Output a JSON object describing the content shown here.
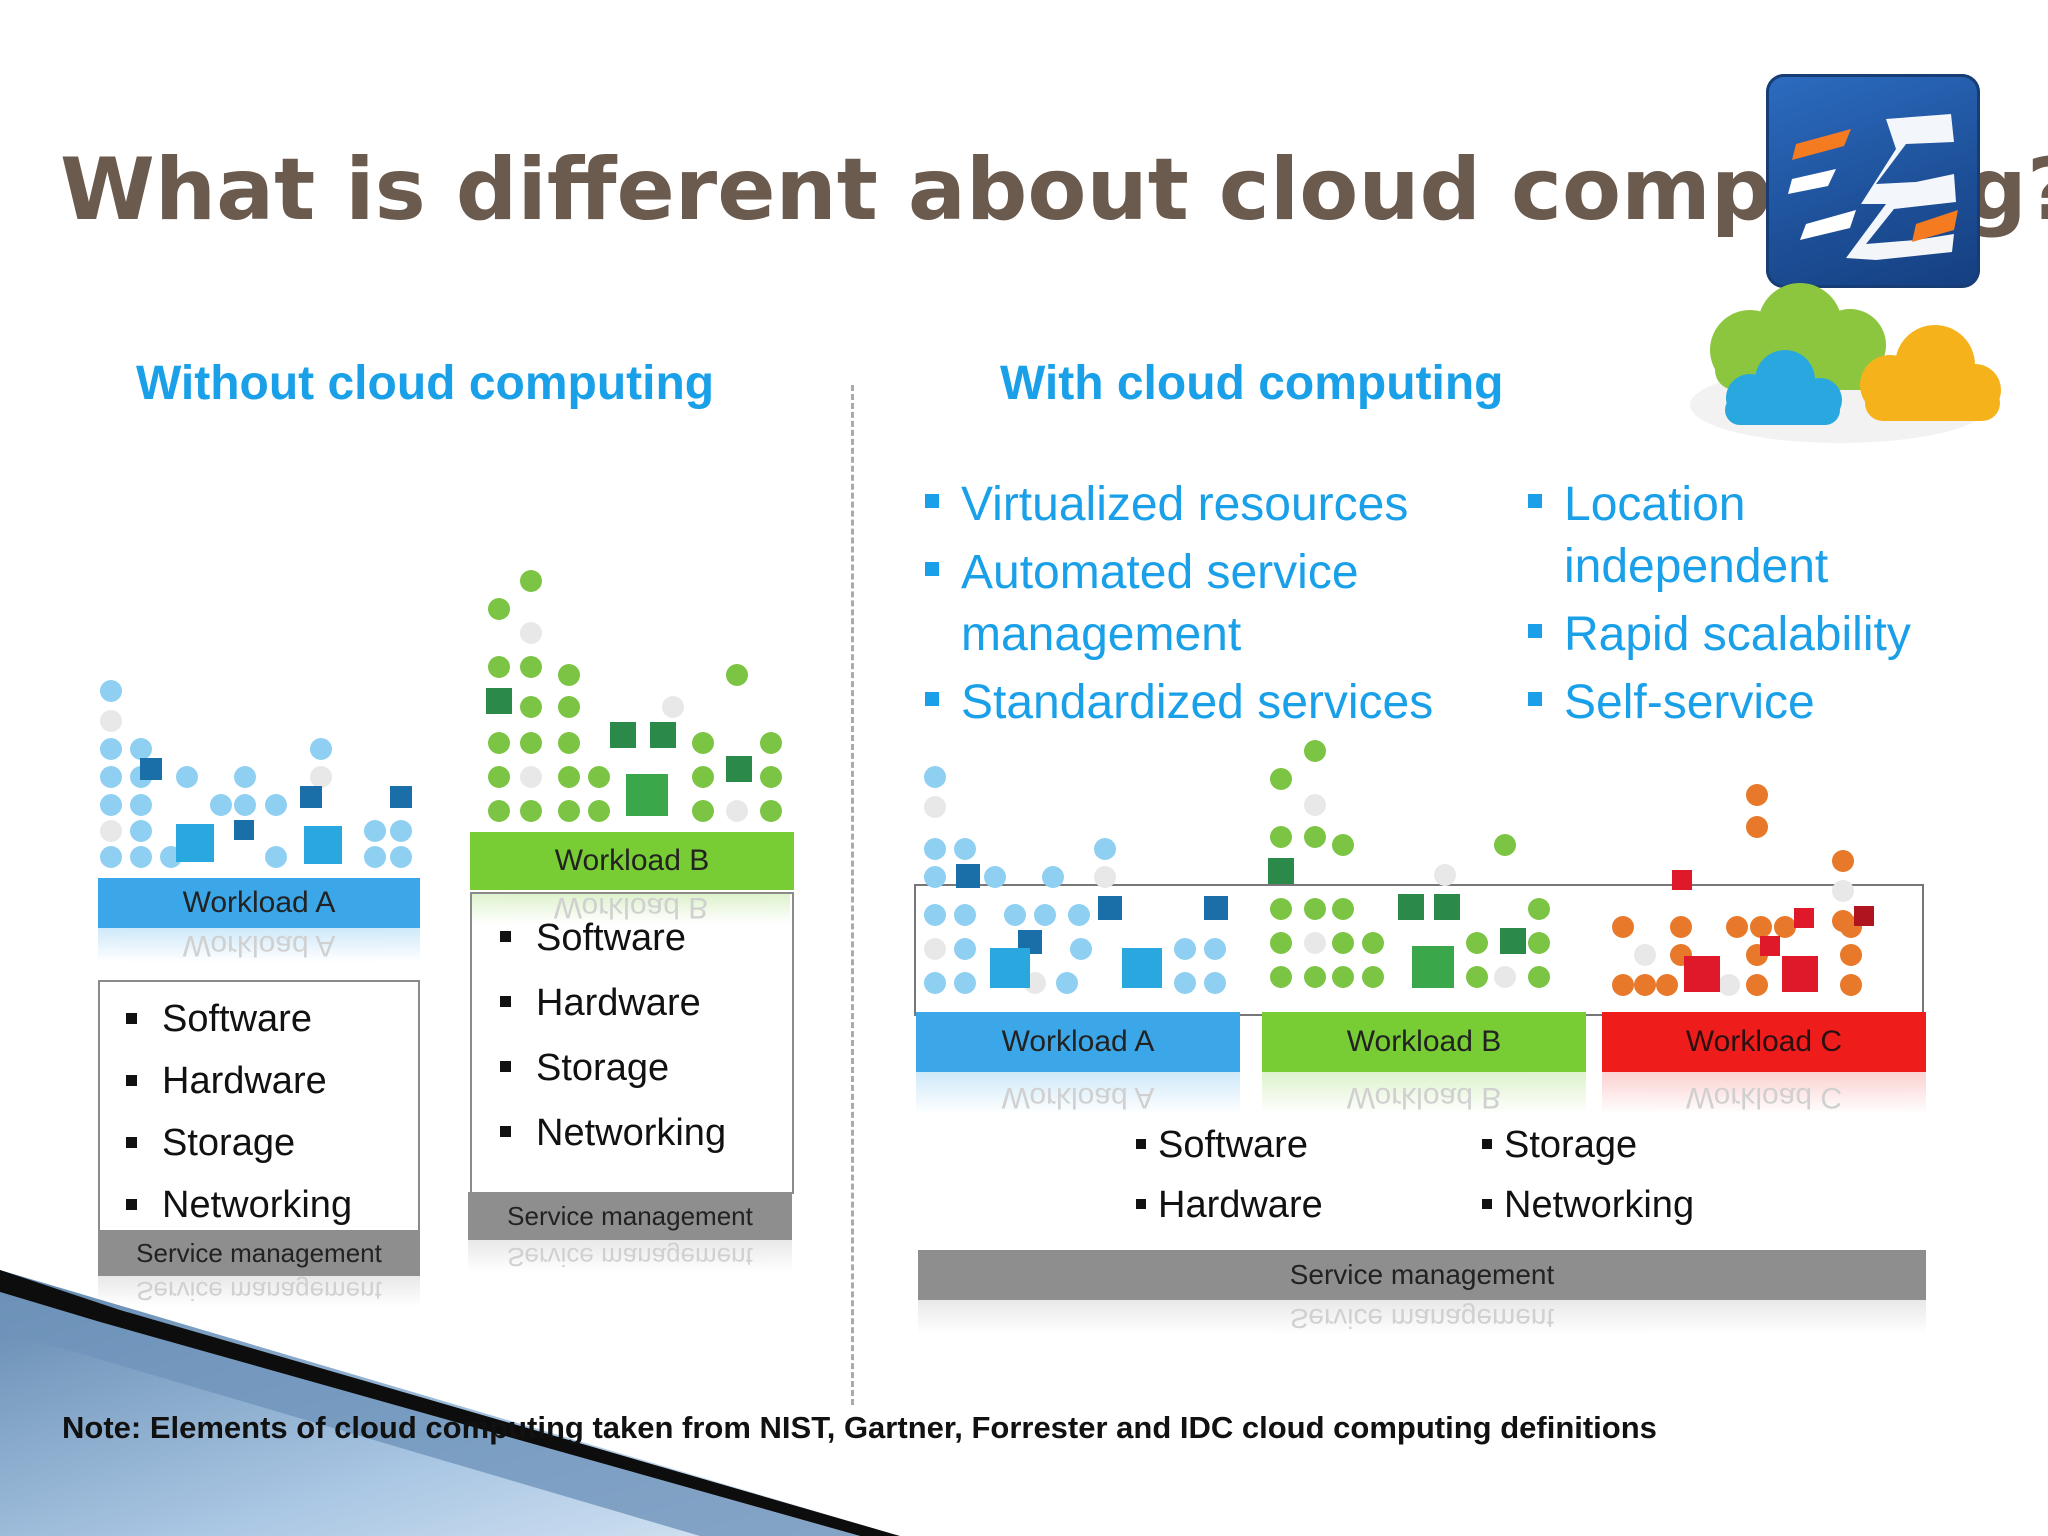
{
  "slide": {
    "title": "What is different about cloud computing?",
    "logo_name": "company-logo-icon",
    "without": {
      "heading": "Without cloud computing",
      "workload_a": {
        "label": "Workload A",
        "items": [
          "Software",
          "Hardware",
          "Storage",
          "Networking"
        ],
        "service": "Service management"
      },
      "workload_b": {
        "label": "Workload B",
        "items": [
          "Software",
          "Hardware",
          "Storage",
          "Networking"
        ],
        "service": "Service management"
      }
    },
    "with": {
      "heading": "With cloud computing",
      "features_left": [
        "Virtualized resources",
        "Automated service management",
        "Standardized services"
      ],
      "features_right": [
        "Location independent",
        "Rapid scalability",
        "Self-service"
      ],
      "workloads": [
        "Workload A",
        "Workload B",
        "Workload C"
      ],
      "shared_left": [
        "Software",
        "Hardware"
      ],
      "shared_right": [
        "Storage",
        "Networking"
      ],
      "service": "Service management"
    },
    "note": "Note: Elements of cloud computing taken from NIST, Gartner, Forrester and IDC cloud computing definitions",
    "colors": {
      "title": "#6b5a4e",
      "accent_blue": "#1aa0e8",
      "workload_a": "#3ba6e8",
      "workload_b": "#78cc34",
      "workload_c": "#ef1c1c",
      "service": "#8e8e8e",
      "cloud_green": "#8cc63f",
      "cloud_blue": "#29a8e0",
      "cloud_orange": "#f6b21b"
    }
  }
}
